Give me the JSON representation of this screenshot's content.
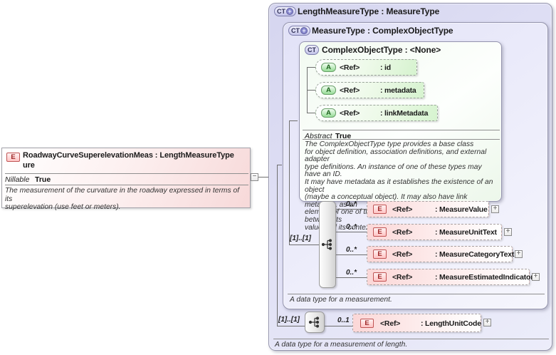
{
  "palette": {
    "complextype_fill": "#dcdcf4",
    "attribute_fill": "#d6f3cf",
    "element_fill": "#fbd7d7",
    "icon_e_border": "#c05454",
    "icon_a_border": "#69a069",
    "icon_ct_border": "#7d7dac"
  },
  "element_card": {
    "icon": "E",
    "title": "RoadwayCurveSuperelevationMeas : LengthMeasureType\nure",
    "nillable_label": "Nillable",
    "nillable_value": "True",
    "description": "The measurement of the curvature in the roadway expressed in terms of its\nsuperelevation (use feet or meters).",
    "collapse_glyph": "−"
  },
  "length_measure_type": {
    "icon_label": "CT",
    "plus_glyph": "+",
    "title": "LengthMeasureType : MeasureType",
    "sequence_label": "[1]..[1]",
    "child": {
      "occurs": "0..1",
      "icon": "E",
      "ref": "<Ref>",
      "name": ": LengthUnitCode",
      "expand_glyph": "+"
    },
    "footer": "A data type for a measurement of length."
  },
  "measure_type": {
    "icon_label": "CT",
    "plus_glyph": "+",
    "title": "MeasureType : ComplexObjectType",
    "sequence_label": "[1]..[1]",
    "children": [
      {
        "occurs": "0..*",
        "icon": "E",
        "ref": "<Ref>",
        "name": ": MeasureValue",
        "expand_glyph": "+"
      },
      {
        "occurs": "0..*",
        "icon": "E",
        "ref": "<Ref>",
        "name": ": MeasureUnitText",
        "expand_glyph": "+"
      },
      {
        "occurs": "0..*",
        "icon": "E",
        "ref": "<Ref>",
        "name": ": MeasureCategoryText",
        "expand_glyph": "+"
      },
      {
        "occurs": "0..*",
        "icon": "E",
        "ref": "<Ref>",
        "name": ": MeasureEstimatedIndicator",
        "expand_glyph": "+"
      }
    ],
    "footer": "A data type for a measurement."
  },
  "complex_object_type": {
    "icon_label": "CT",
    "title": "ComplexObjectType : <None>",
    "attributes": [
      {
        "icon": "A",
        "ref": "<Ref>",
        "name": ": id"
      },
      {
        "icon": "A",
        "ref": "<Ref>",
        "name": ": metadata"
      },
      {
        "icon": "A",
        "ref": "<Ref>",
        "name": ": linkMetadata"
      }
    ],
    "abstract_label": "Abstract",
    "abstract_value": "True",
    "description": "The ComplexObjectType type provides a base class\nfor object definition, association definitions, and external adapter\ntype definitions. An instance of one of these types may have an ID.\nIt may have metadata as it establishes the existence of an object\n(maybe a conceptual object). It may also have link metadata, as an\nelement of one of these types establishes a relationship between its\nvalue and its context."
  }
}
